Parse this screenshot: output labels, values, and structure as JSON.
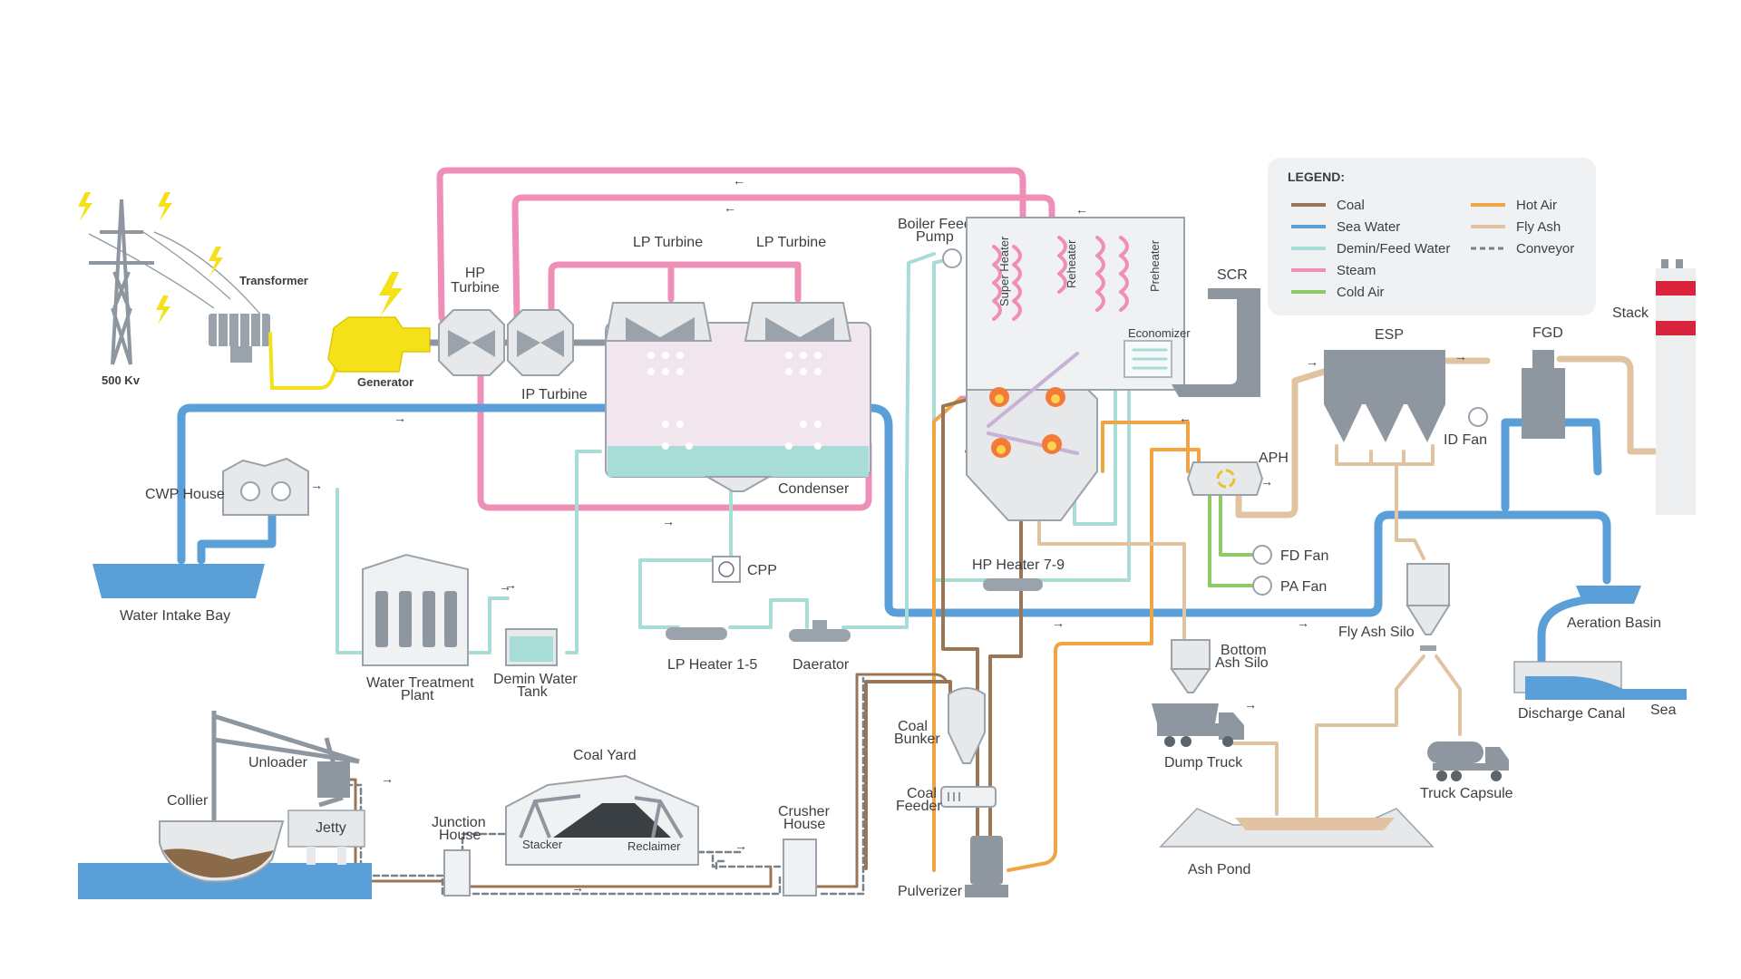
{
  "legend": {
    "title": "LEGEND:",
    "items": [
      {
        "label": "Coal",
        "color": "#9b7656",
        "dashed": false
      },
      {
        "label": "Sea Water",
        "color": "#5b9fd8",
        "dashed": false
      },
      {
        "label": "Demin/Feed Water",
        "color": "#a7dcd7",
        "dashed": false
      },
      {
        "label": "Steam",
        "color": "#ef8fb7",
        "dashed": false
      },
      {
        "label": "Cold Air",
        "color": "#8fc966",
        "dashed": false
      },
      {
        "label": "Hot Air",
        "color": "#f0a545",
        "dashed": false
      },
      {
        "label": "Fly Ash",
        "color": "#e2c3a1",
        "dashed": false
      },
      {
        "label": "Conveyor",
        "color": "#7a8088",
        "dashed": true
      }
    ]
  },
  "labels": {
    "kv500": "500 Kv",
    "transformer": "Transformer",
    "generator": "Generator",
    "hp_turbine_1": "HP",
    "hp_turbine_2": "Turbine",
    "ip_turbine": "IP Turbine",
    "lp_turbine_1": "LP Turbine",
    "lp_turbine_2": "LP Turbine",
    "boiler_feed_pump_1": "Boiler Feed",
    "boiler_feed_pump_2": "Pump",
    "super_heater": "Super Heater",
    "reheater": "Reheater",
    "preheater": "Preheater",
    "economizer": "Economizer",
    "scr": "SCR",
    "esp": "ESP",
    "fgd": "FGD",
    "stack": "Stack",
    "id_fan": "ID Fan",
    "aph": "APH",
    "fd_fan": "FD Fan",
    "pa_fan": "PA Fan",
    "cwp_house": "CWP House",
    "water_intake_bay": "Water Intake Bay",
    "condenser": "Condenser",
    "cpp": "CPP",
    "hp_heater": "HP Heater 7-9",
    "lp_heater": "LP Heater 1-5",
    "daerator": "Daerator",
    "water_treatment_1": "Water Treatment",
    "water_treatment_2": "Plant",
    "demin_tank_1": "Demin Water",
    "demin_tank_2": "Tank",
    "bottom_ash_1": "Bottom",
    "bottom_ash_2": "Ash Silo",
    "fly_ash_silo": "Fly Ash Silo",
    "aeration_basin": "Aeration Basin",
    "discharge_canal": "Discharge Canal",
    "sea": "Sea",
    "dump_truck": "Dump Truck",
    "truck_capsule": "Truck Capsule",
    "ash_pond": "Ash Pond",
    "coal_bunker_1": "Coal",
    "coal_bunker_2": "Bunker",
    "coal_feeder_1": "Coal",
    "coal_feeder_2": "Feeder",
    "pulverizer": "Pulverizer",
    "crusher_1": "Crusher",
    "crusher_2": "House",
    "coal_yard": "Coal Yard",
    "stacker": "Stacker",
    "reclaimer": "Reclaimer",
    "junction_1": "Junction",
    "junction_2": "House",
    "unloader": "Unloader",
    "collier": "Collier",
    "jetty": "Jetty"
  },
  "colors": {
    "coal": "#9b7656",
    "sea_water": "#5b9fd8",
    "feed_water": "#a7dcd7",
    "steam": "#ef8fb7",
    "cold_air": "#8fc966",
    "hot_air": "#f0a545",
    "fly_ash": "#e2c3a1",
    "conveyor": "#7a8088",
    "equipment": "#9aa3ab",
    "equipment_light": "#e6e8ea",
    "electric": "#f4e11a"
  }
}
